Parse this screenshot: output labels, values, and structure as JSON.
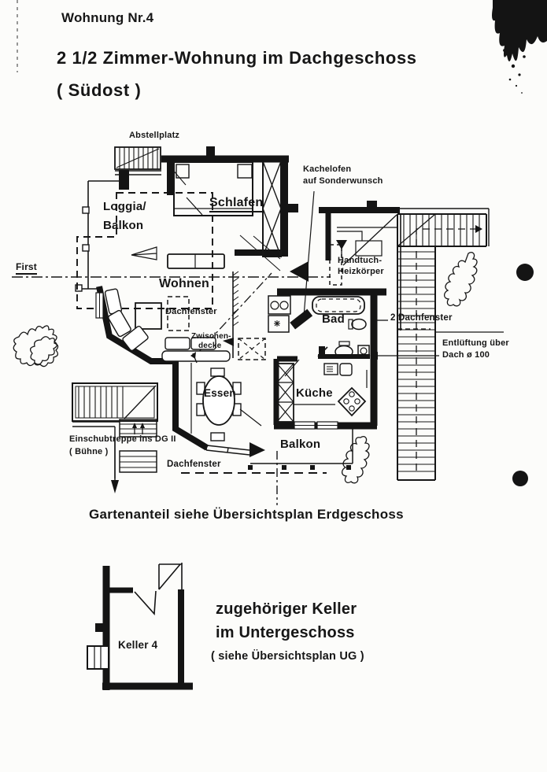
{
  "document": {
    "type_note": "scanned floor plan page",
    "colors": {
      "ink": "#161616",
      "paper": "#fcfcfa"
    }
  },
  "header": {
    "apartment_no": "Wohnung Nr.4",
    "title": "2 1/2 Zimmer-Wohnung im Dachgeschoss",
    "orientation": "( Südost )"
  },
  "plan_labels": {
    "abstellplatz": "Abstellplatz",
    "kachelofen_line1": "Kachelofen",
    "kachelofen_line2": "auf Sonderwunsch",
    "schlafen": "Schlafen",
    "loggia_line1": "Loggia/",
    "loggia_line2": "Balkon",
    "first": "First",
    "wohnen": "Wohnen",
    "dachfenster_wohnen": "Dachfenster",
    "zwischendecke_line1": "Zwischen-",
    "zwischendecke_line2": "decke",
    "handtuch_line1": "Handtuch-",
    "handtuch_line2": "Heizkörper",
    "bad": "Bad",
    "zwei_dachfenster": "2 Dachfenster",
    "entlueftung_line1": "Entlüftung über",
    "entlueftung_line2": "Dach ø 100",
    "kueche": "Küche",
    "essen": "Essen",
    "balkon": "Balkon",
    "einschubtreppe": "Einschubtreppe ins DG II",
    "buehne": "( Bühne )",
    "dachfenster_unten": "Dachfenster"
  },
  "garden_note": "Gartenanteil siehe Übersichtsplan Erdgeschoss",
  "cellar": {
    "room": "Keller 4",
    "note_line1": "zugehöriger Keller",
    "note_line2": "im Untergeschoss",
    "note_line3": "( siehe Übersichtsplan UG )"
  }
}
